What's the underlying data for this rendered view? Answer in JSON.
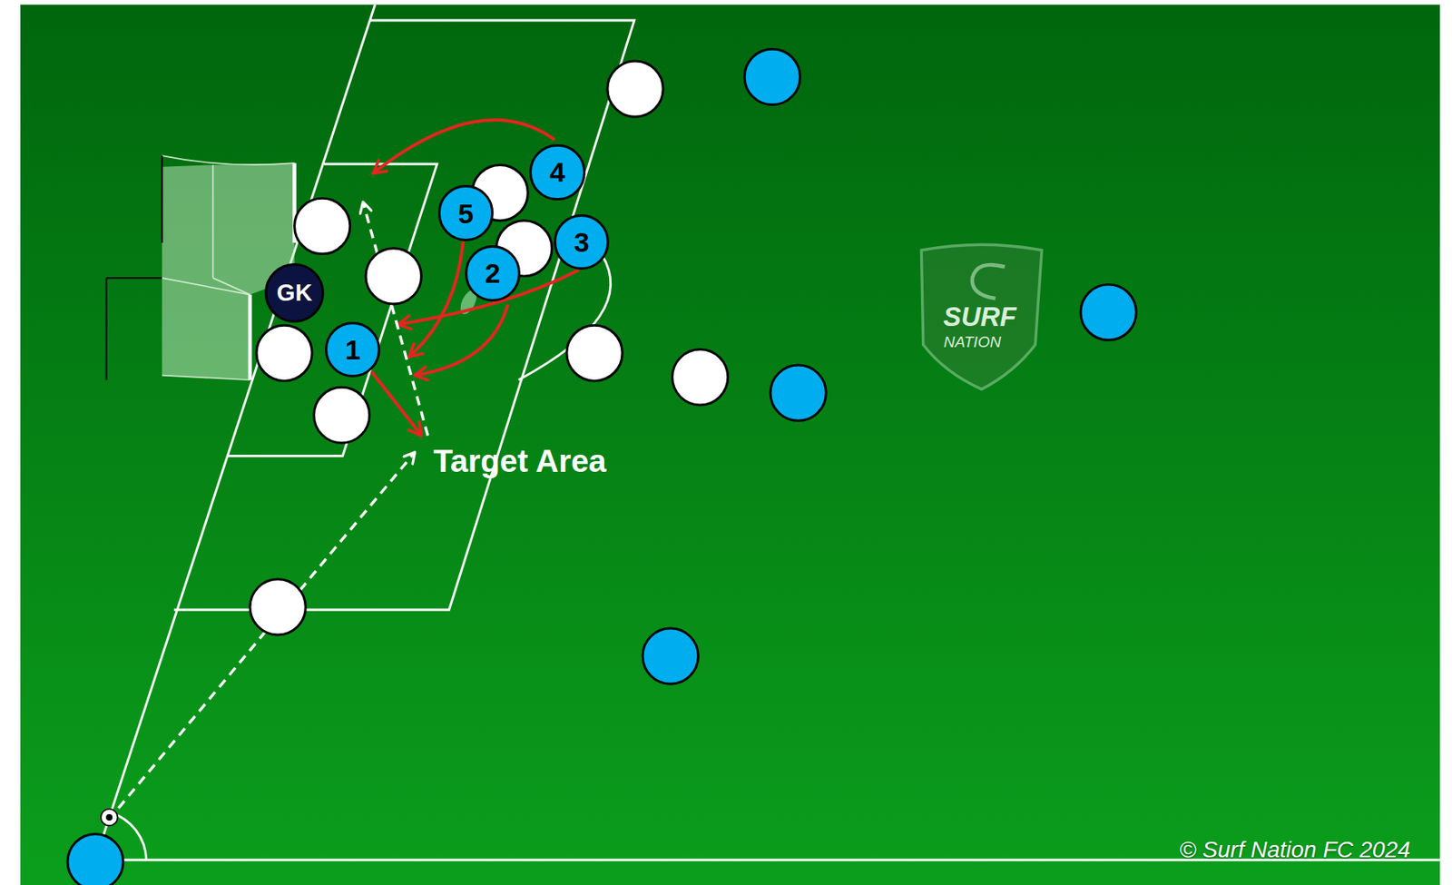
{
  "diagram": {
    "nodes": [
      {
        "text": [
          "4"
        ]
      },
      {
        "text": [
          "5"
        ]
      },
      {
        "text": [
          "3"
        ]
      },
      {
        "text": [
          "2"
        ]
      },
      {
        "text": [
          "GK"
        ]
      },
      {
        "text": [
          "1"
        ]
      }
    ],
    "labels": [
      "Target Area",
      "SURF",
      "NATION",
      "© Surf Nation FC 2024"
    ]
  }
}
